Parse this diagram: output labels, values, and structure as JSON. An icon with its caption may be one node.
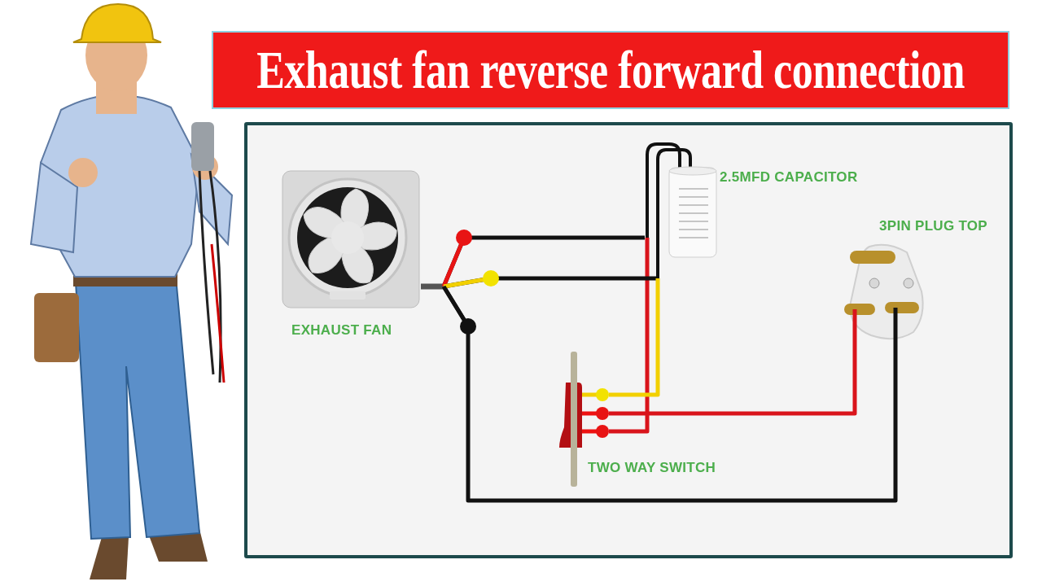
{
  "diagram": {
    "title": "Exhaust fan reverse forward connection",
    "nodes": [
      {
        "text": [],
        "shape": "picture",
        "beside": [
          "EXHAUST FAN"
        ]
      },
      {
        "text": [],
        "shape": "picture",
        "beside": [
          "2.5MFD CAPACITOR"
        ]
      },
      {
        "text": [],
        "shape": "picture",
        "beside": [
          "3PIN PLUG TOP"
        ]
      },
      {
        "text": [],
        "shape": "picture",
        "beside": [
          "TWO WAY SWITCH"
        ]
      }
    ],
    "edges": [
      {
        "from": 0,
        "to": 1,
        "arrow": "none"
      },
      {
        "from": 0,
        "to": 1,
        "arrow": "none"
      },
      {
        "from": 1,
        "to": 3,
        "arrow": "none",
        "color": "#d9141b"
      },
      {
        "from": 1,
        "to": 3,
        "arrow": "none",
        "color": "#f2d000"
      },
      {
        "from": 0,
        "to": 2,
        "arrow": "none"
      },
      {
        "from": 3,
        "to": 2,
        "arrow": "none",
        "color": "#d9141b"
      }
    ]
  }
}
